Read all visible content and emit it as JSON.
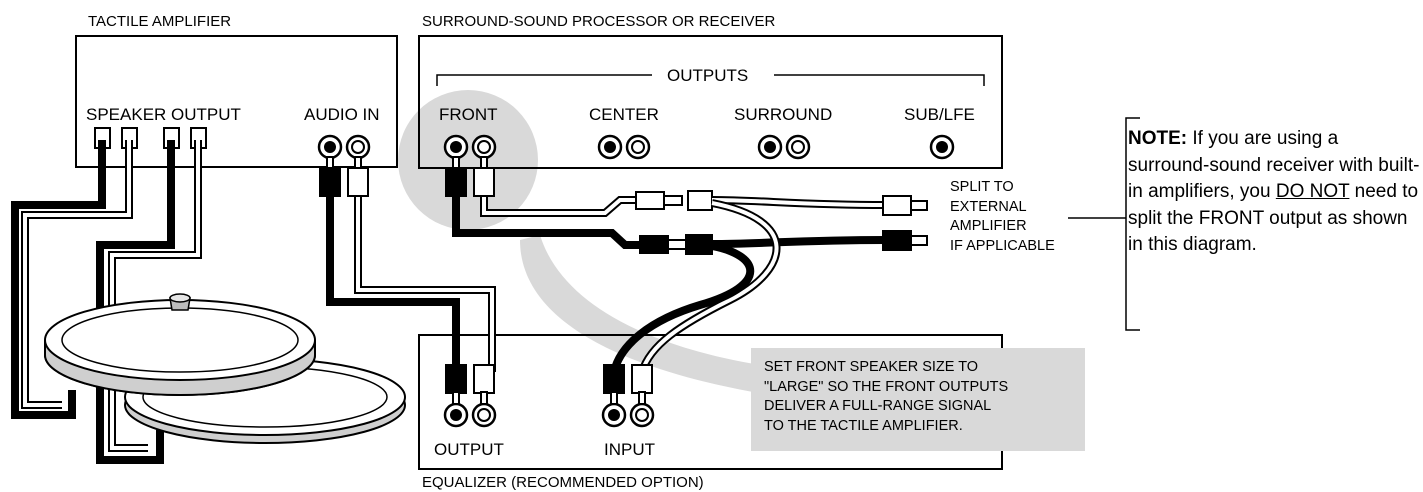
{
  "devices": {
    "tactile_amplifier": {
      "title": "TACTILE AMPLIFIER",
      "speaker_output": "SPEAKER OUTPUT",
      "audio_in": "AUDIO IN"
    },
    "processor": {
      "title": "SURROUND-SOUND PROCESSOR OR RECEIVER",
      "outputs": "OUTPUTS",
      "front": "FRONT",
      "center": "CENTER",
      "surround": "SURROUND",
      "sub": "SUB/LFE"
    },
    "equalizer": {
      "title": "EQUALIZER (RECOMMENDED OPTION)",
      "output": "OUTPUT",
      "input": "INPUT"
    }
  },
  "split_label": {
    "line1": "SPLIT TO",
    "line2": "EXTERNAL",
    "line3": "AMPLIFIER",
    "line4": "IF APPLICABLE"
  },
  "callout": {
    "line1": "SET FRONT SPEAKER SIZE TO",
    "line2": "\"LARGE\" SO THE FRONT OUTPUTS",
    "line3": "DELIVER A FULL-RANGE SIGNAL",
    "line4": "TO THE TACTILE AMPLIFIER."
  },
  "note": {
    "bold": "NOTE:",
    "text1": " If you are using a surround-sound receiver with built-in amplifiers, you ",
    "underlined": "DO NOT",
    "text2": " need to split the FRONT output as shown in this diagram."
  },
  "colors": {
    "callout_bg": "#d9d9d9",
    "cable_black": "#000000",
    "cable_white": "#ffffff"
  }
}
